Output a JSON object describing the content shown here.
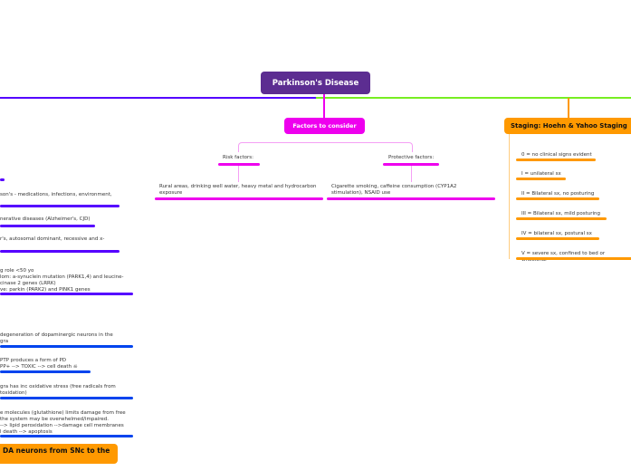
{
  "root": {
    "title": "Parkinson's Disease",
    "color": "#5c2d91"
  },
  "factors": {
    "title": "Factors to consider",
    "color": "#ee00ee",
    "risk": {
      "label": "Risk factors:",
      "text": "Rural areas, drinking well water, heavy metal and hydrocarbon\nexposure"
    },
    "protective": {
      "label": "Protective factors:",
      "text": "Cigarette smoking, caffeine consumption (CYP1A2\nstimulation), NSAID use"
    }
  },
  "staging": {
    "title": "Staging: Hoehn & Yahoo Staging",
    "color": "#ff9900",
    "items": [
      "0 = no clinical signs evident",
      "I = unilateral sx",
      "II = Bilateral sx, no posturing",
      "III = Bilateral sx, mild posturing",
      "IV = bilateral sx, postural sx",
      "V = severe sx, confined to bed or wheelchai"
    ]
  },
  "left_group1": {
    "color": "#5500ff",
    "items": [
      "son's - medications, infections, environment,",
      "nerative diseases (Alzheimer's, CJD)",
      "r's, autosomal dominant, recessive and x-",
      "g role <50 yo\nlom: a-synuclein mutation (PARK1,4) and leucine-\ncinase 2 genes (LRRK)\nve: parkin (PARK2) and PINK1 genes"
    ]
  },
  "left_group2": {
    "color": "#0044ee",
    "items": [
      "degeneration of dopaminergic neurons in the\ngra",
      "PTP produces a form of PD\nPP+ --> TOXIC --> cell death ☠",
      "gra has inc oxidative stress (free radicals from\ntoxidation)",
      "e molecules (glutathione) limits damage from free\nthe system may be overwhelmed/impaired.\n--> lipid peroxidation -->damage cell membranes\nl death --> apoptosis"
    ]
  },
  "bottom_node": {
    "title": "DA neurons from SNc to the"
  }
}
